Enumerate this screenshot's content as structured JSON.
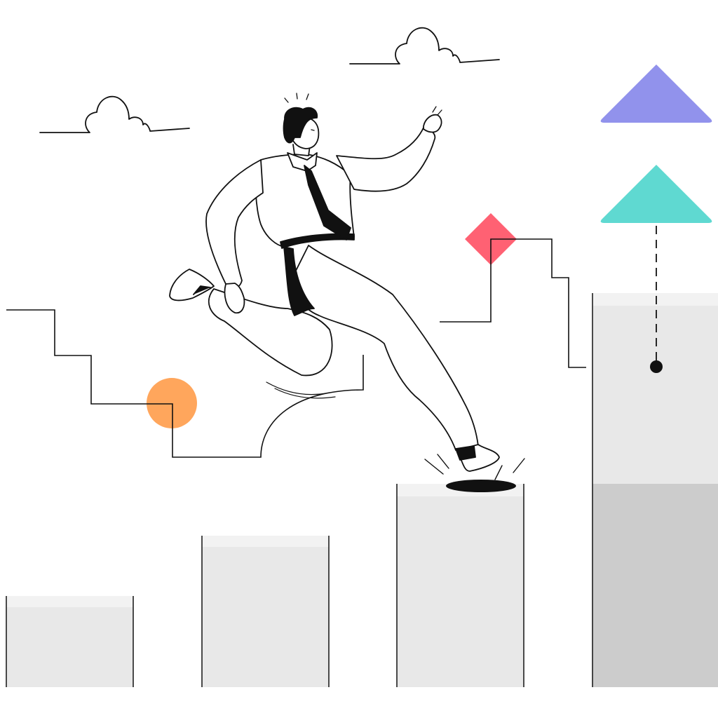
{
  "illustration": {
    "subject": "",
    "palette": {
      "background": "#ffffff",
      "line": "#111111",
      "pillar_fill": "#e8e8e8",
      "pillar_top": "#f2f2f2",
      "pillar_shade": "#cccccc",
      "circle_accent": "#ffa65c",
      "diamond_accent": "#ff6173",
      "triangle_upper": "#9192ec",
      "triangle_lower": "#5fd9d1"
    },
    "icons": [
      "cloud-icon",
      "circle-shape",
      "diamond-shape",
      "triangle-shape",
      "pillar-shape"
    ]
  }
}
